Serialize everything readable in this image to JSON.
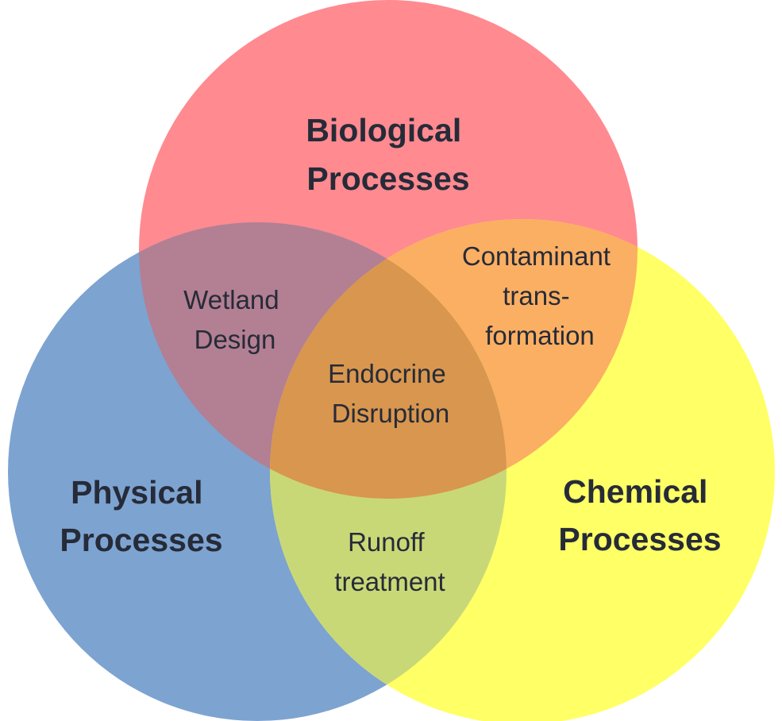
{
  "diagram": {
    "type": "venn",
    "text_color": "#262B38",
    "sets": [
      {
        "id": "biological",
        "label_lines": [
          "Biological",
          "Processes"
        ],
        "color": "#FF8A90"
      },
      {
        "id": "physical",
        "label_lines": [
          "Physical",
          "Processes"
        ],
        "color": "#7DA3D1"
      },
      {
        "id": "chemical",
        "label_lines": [
          "Chemical",
          "Processes"
        ],
        "color": "#FFFF66"
      }
    ],
    "overlaps": [
      {
        "id": "biological-physical",
        "sets": [
          "biological",
          "physical"
        ],
        "label_lines": [
          "Wetland",
          "Design"
        ],
        "color": "#B37F93"
      },
      {
        "id": "biological-chemical",
        "sets": [
          "biological",
          "chemical"
        ],
        "label_lines": [
          "Contaminant",
          "trans-",
          "formation"
        ],
        "color": "#FBAF62"
      },
      {
        "id": "physical-chemical",
        "sets": [
          "physical",
          "chemical"
        ],
        "label_lines": [
          "Runoff",
          "treatment"
        ],
        "color": "#C9D877"
      },
      {
        "id": "all",
        "sets": [
          "biological",
          "physical",
          "chemical"
        ],
        "label_lines": [
          "Endocrine",
          "Disruption"
        ],
        "color": "#D8964E"
      }
    ]
  }
}
